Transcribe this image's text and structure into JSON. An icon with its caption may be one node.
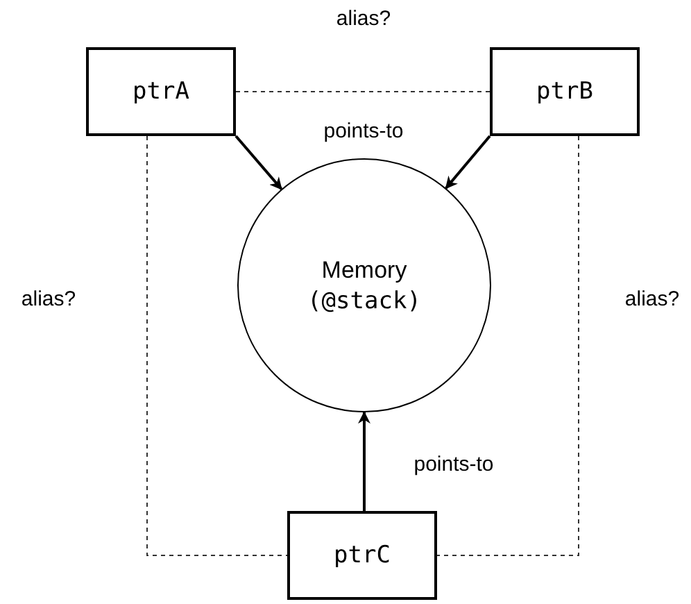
{
  "diagram": {
    "nodes": [
      {
        "text": [
          "ptrA"
        ]
      },
      {
        "text": [
          "ptrB"
        ]
      },
      {
        "text": [
          "Memory",
          "(@stack)"
        ]
      },
      {
        "text": [
          "ptrC"
        ]
      }
    ],
    "edges": [
      {
        "from": 0,
        "to": 1,
        "arrow": "none",
        "style": "dashed",
        "label": "alias?"
      },
      {
        "from": 0,
        "to": 2,
        "arrow": "to",
        "label": "points-to"
      },
      {
        "from": 1,
        "to": 2,
        "arrow": "to"
      },
      {
        "from": 0,
        "to": 3,
        "arrow": "none",
        "style": "dashed",
        "label": "alias?"
      },
      {
        "from": 1,
        "to": 3,
        "arrow": "none",
        "style": "dashed",
        "label": "alias?"
      },
      {
        "from": 3,
        "to": 2,
        "arrow": "to",
        "label": "points-to"
      }
    ]
  }
}
